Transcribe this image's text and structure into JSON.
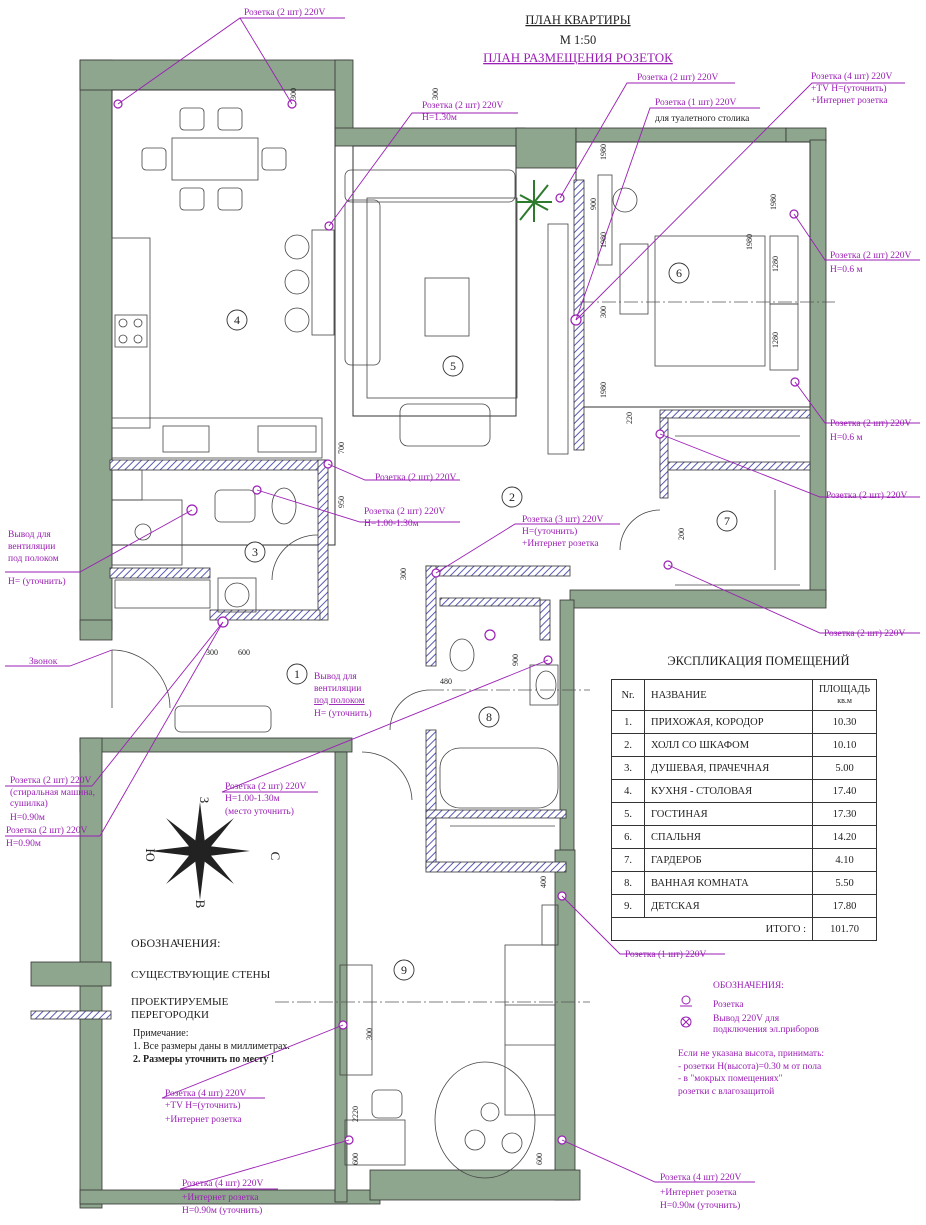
{
  "header": {
    "title": "ПЛАН КВАРТИРЫ",
    "scale": "М 1:50",
    "subtitle": "ПЛАН РАЗМЕЩЕНИЯ РОЗЕТОК"
  },
  "rooms": [
    "1",
    "2",
    "3",
    "4",
    "5",
    "6",
    "7",
    "8",
    "9"
  ],
  "annotations": {
    "a_top": "Розетка (2 шт) 220V",
    "a_h130_1": "Розетка (2 шт) 220V",
    "a_h130_2": "H=1.30м",
    "a_r2_top": "Розетка (2 шт) 220V",
    "a_r1_toilet_1": "Розетка (1 шт) 220V",
    "a_r1_toilet_2": "для туалетного столика",
    "a_r4_1": "Розетка (4 шт) 220V",
    "a_r4_2": "+TV  H=(уточнить)",
    "a_r4_3": "+Интернет розетка",
    "a_b06_1_1": "Розетка (2 шт) 220V",
    "a_b06_1_2": "H=0.6 м",
    "a_b06_2_1": "Розетка (2 шт) 220V",
    "a_b06_2_2": "H=0.6 м",
    "a_hall_r2": "Розетка (2 шт) 220V",
    "a_bath_1": "Розетка (2 шт) 220V",
    "a_bath_2": "H=1.00-1.30м",
    "a_wardrobe1": "Розетка (2 шт) 220V",
    "a_r3_1": "Розетка (3 шт) 220V",
    "a_r3_2": "H=(уточнить)",
    "a_r3_3": "+Интернет розетка",
    "a_vent1_1": "Вывод для",
    "a_vent1_2": "вентиляции",
    "a_vent1_3": "под полоком",
    "a_vent1_4": "H= (уточнить)",
    "a_wardrobe2": "Розетка (2 шт) 220V",
    "a_bell": "Звонок",
    "a_vent2_1": "Вывод для",
    "a_vent2_2": "вентиляции",
    "a_vent2_3": "под полоком",
    "a_vent2_4": "H= (уточнить)",
    "a_mid_1": "Розетка (2 шт) 220V",
    "a_mid_2": "H=1.00-1.30м",
    "a_mid_3": "(место уточнить)",
    "a_wash_1": "Розетка (2 шт) 220V",
    "a_wash_2": "(стиральная машина,",
    "a_wash_3": "сушилка)",
    "a_wash_4": "H=0.90м",
    "a_wash2_1": "Розетка (2 шт) 220V",
    "a_wash2_2": "H=0.90м",
    "a_r1b": "Розетка (1 шт) 220V",
    "a_r4b_1": "Розетка (4 шт) 220V",
    "a_r4b_2": "+TV  H=(уточнить)",
    "a_r4b_3": "+Интернет розетка",
    "a_r4c_1": "Розетка (4 шт) 220V",
    "a_r4c_2": "+Интернет розетка",
    "a_r4c_3": "H=0.90м (уточнить)",
    "a_r4d_1": "Розетка (4 шт) 220V",
    "a_r4d_2": "+Интернет розетка",
    "a_r4d_3": "H=0.90м (уточнить)"
  },
  "dimensions": [
    "300",
    "300",
    "900",
    "1980",
    "300",
    "1980",
    "1280",
    "1980",
    "1280",
    "1980",
    "220",
    "700",
    "950",
    "200",
    "300",
    "300",
    "600",
    "900",
    "480",
    "400",
    "300",
    "2220",
    "600",
    "600",
    "1980"
  ],
  "compass": {
    "w": "З",
    "s": "Ю",
    "e": "С",
    "n": "В"
  },
  "explication": {
    "title": "ЭКСПЛИКАЦИЯ ПОМЕЩЕНИЙ",
    "headers": {
      "no": "Nr.",
      "name": "НАЗВАНИЕ",
      "area1": "ПЛОЩАДЬ",
      "area2": "кв.м"
    },
    "rows": [
      {
        "no": "1.",
        "name": "ПРИХОЖАЯ, КОРОДОР",
        "area": "10.30"
      },
      {
        "no": "2.",
        "name": "ХОЛЛ СО ШКАФОМ",
        "area": "10.10"
      },
      {
        "no": "3.",
        "name": "ДУШЕВАЯ, ПРАЧЕЧНАЯ",
        "area": "5.00"
      },
      {
        "no": "4.",
        "name": "КУХНЯ - СТОЛОВАЯ",
        "area": "17.40"
      },
      {
        "no": "5.",
        "name": "ГОСТИНАЯ",
        "area": "17.30"
      },
      {
        "no": "6.",
        "name": "СПАЛЬНЯ",
        "area": "14.20"
      },
      {
        "no": "7.",
        "name": "ГАРДЕРОБ",
        "area": "4.10"
      },
      {
        "no": "8.",
        "name": "ВАННАЯ КОМНАТА",
        "area": "5.50"
      },
      {
        "no": "9.",
        "name": "ДЕТСКАЯ",
        "area": "17.80"
      }
    ],
    "total_label": "ИТОГО :",
    "total": "101.70"
  },
  "legend": {
    "title": "ОБОЗНАЧЕНИЯ:",
    "existing": "СУЩЕСТВУЮЩИЕ СТЕНЫ",
    "proj1": "ПРОЕКТИРУЕМЫЕ",
    "proj2": "ПЕРЕГОРОДКИ",
    "note_title": "Примечание:",
    "note1": "1. Все размеры даны в миллиметрах.",
    "note2": "2. Размеры уточнить по месту !"
  },
  "legend2": {
    "title": "ОБОЗНАЧЕНИЯ:",
    "socket": "Розетка",
    "out1": "Вывод 220V для",
    "out2": "подключения эл.приборов",
    "h1": "Если не указана высота, принимать:",
    "h2": "- розетки Н(высота)=0.30 м от пола",
    "h3": "- в \"мокрых помещениях\"",
    "h4": "  розетки с влагозащитой"
  },
  "colors": {
    "wall": "#8ea58e",
    "accent": "#9b1fb5",
    "partition": "#5a5ab5"
  }
}
